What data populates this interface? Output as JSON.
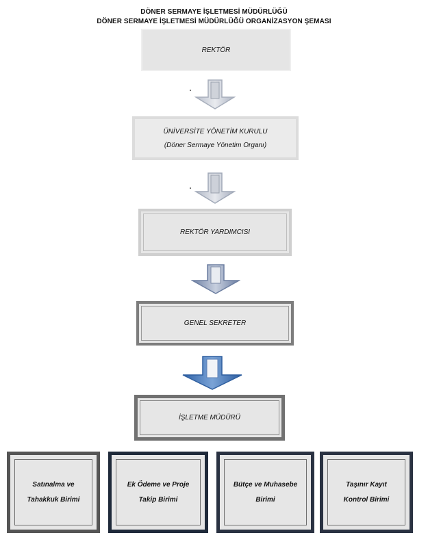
{
  "header": {
    "title_line1": "DÖNER SERMAYE İŞLETMESİ MÜDÜRLÜĞÜ",
    "title_line2": "DÖNER SERMAYE İŞLETMESİ MÜDÜRLÜĞÜ ORGANİZASYON ŞEMASI"
  },
  "chart": {
    "levels": [
      {
        "label": "REKTÖR"
      },
      {
        "label": "ÜNİVERSİTE YÖNETİM KURULU",
        "sublabel": "(Döner Sermaye Yönetim Organı)"
      },
      {
        "label": "REKTÖR YARDIMCISI"
      },
      {
        "label": "GENEL SEKRETER"
      },
      {
        "label": "İŞLETME MÜDÜRÜ"
      }
    ],
    "units": [
      {
        "line1": "Satınalma ve",
        "line2": "Tahakkuk Birimi"
      },
      {
        "line1": "Ek Ödeme ve Proje",
        "line2": "Takip Birimi"
      },
      {
        "line1": "Bütçe ve Muhasebe",
        "line2": "Birimi"
      },
      {
        "line1": "Taşınır Kayıt",
        "line2": "Kontrol Birimi"
      }
    ]
  },
  "colors": {
    "box_fill": "#e6e6e6",
    "arrow_light": "#c9cdd6",
    "arrow_mid": "#8f9bb5",
    "arrow_blue": "#4a76b5"
  }
}
